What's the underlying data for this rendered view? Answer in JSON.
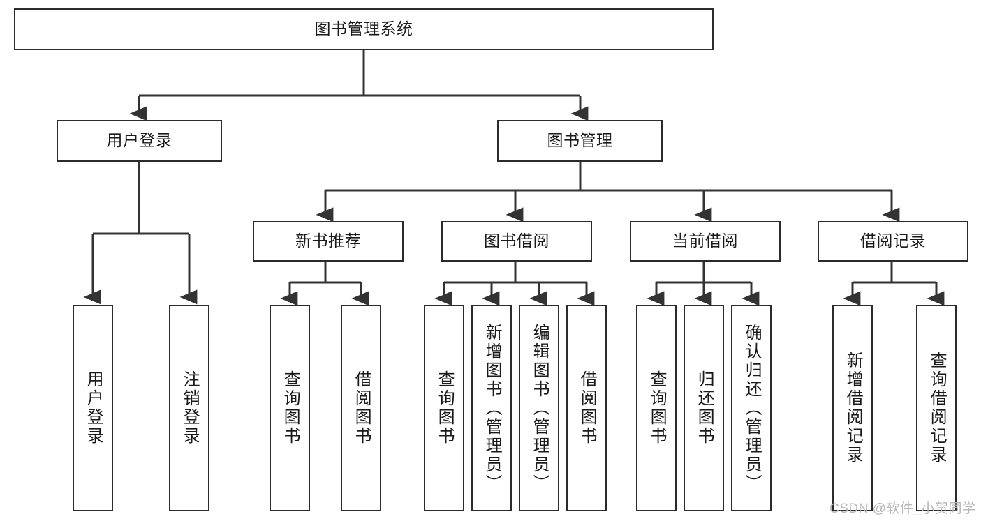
{
  "diagram": {
    "type": "tree-hierarchy",
    "title": "图书管理系统",
    "orientation": "top-down",
    "colors": {
      "box_border": "#2b2b2b",
      "box_fill": "#ffffff",
      "edge": "#333333",
      "text": "#1a1a1a",
      "watermark": "#b6b6b6"
    },
    "root": {
      "id": "root",
      "label": "图书管理系统"
    },
    "level1": [
      {
        "id": "user-login",
        "label": "用户登录"
      },
      {
        "id": "book-manage",
        "label": "图书管理"
      }
    ],
    "level2": [
      {
        "id": "new-book-rec",
        "label": "新书推荐",
        "parent": "book-manage"
      },
      {
        "id": "book-borrow",
        "label": "图书借阅",
        "parent": "book-manage"
      },
      {
        "id": "current-borrow",
        "label": "当前借阅",
        "parent": "book-manage"
      },
      {
        "id": "borrow-record",
        "label": "借阅记录",
        "parent": "book-manage"
      }
    ],
    "leaves": [
      {
        "id": "leaf-user-login",
        "label": "用户登录",
        "parent": "user-login"
      },
      {
        "id": "leaf-logout",
        "label": "注销登录",
        "parent": "user-login"
      },
      {
        "id": "leaf-query-book-1",
        "label": "查询图书",
        "parent": "new-book-rec"
      },
      {
        "id": "leaf-borrow-book-1",
        "label": "借阅图书",
        "parent": "new-book-rec"
      },
      {
        "id": "leaf-query-book-2",
        "label": "查询图书",
        "parent": "book-borrow"
      },
      {
        "id": "leaf-add-book",
        "label": "新增图书（管理员）",
        "parent": "book-borrow"
      },
      {
        "id": "leaf-edit-book",
        "label": "编辑图书（管理员）",
        "parent": "book-borrow"
      },
      {
        "id": "leaf-borrow-book-2",
        "label": "借阅图书",
        "parent": "book-borrow"
      },
      {
        "id": "leaf-query-book-3",
        "label": "查询图书",
        "parent": "current-borrow"
      },
      {
        "id": "leaf-return-book",
        "label": "归还图书",
        "parent": "current-borrow"
      },
      {
        "id": "leaf-confirm-return",
        "label": "确认归还（管理员）",
        "parent": "current-borrow"
      },
      {
        "id": "leaf-add-record",
        "label": "新增借阅记录",
        "parent": "borrow-record"
      },
      {
        "id": "leaf-query-record",
        "label": "查询借阅记录",
        "parent": "borrow-record"
      }
    ],
    "watermark": "CSDN @软件_小贺同学"
  }
}
